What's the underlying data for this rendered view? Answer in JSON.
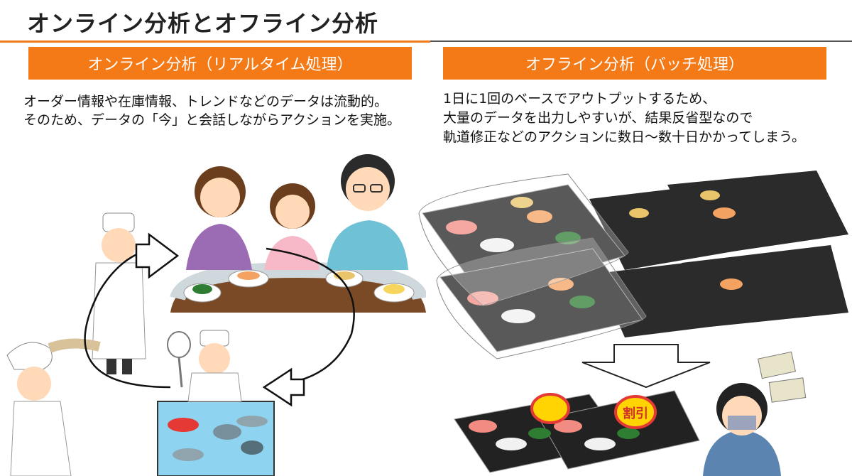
{
  "slide": {
    "title": "オンライン分析とオフライン分析",
    "left": {
      "heading": "オンライン分析（リアルタイム処理）",
      "lines": [
        "オーダー情報や在庫情報、トレンドなどのデータは流動的。",
        "そのため、データの「今」と会話しながらアクションを実施。"
      ],
      "illustration": "sushi-restaurant-cycle"
    },
    "right": {
      "heading": "オフライン分析（バッチ処理）",
      "lines": [
        "1日に1回のベースでアウトプットするため、",
        "大量のデータを出力しやすいが、結果反省型なので",
        "軌道修正などのアクションに数日～数十日かかってしまう。"
      ],
      "illustration": "packed-sushi-discount",
      "sticker_text": "割引"
    },
    "colors": {
      "accent": "#f47a18",
      "rule_dark": "#555555",
      "text": "#111111"
    }
  }
}
